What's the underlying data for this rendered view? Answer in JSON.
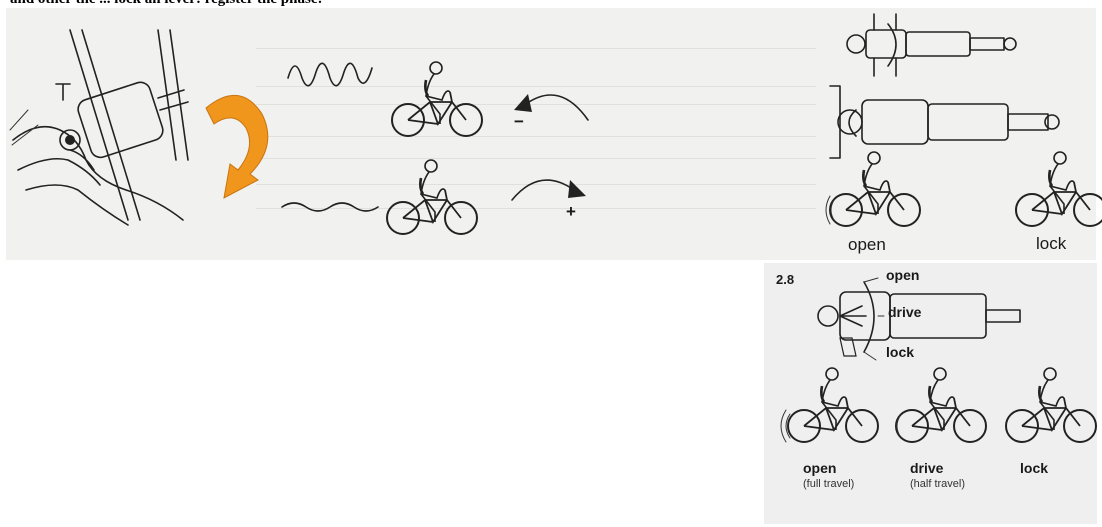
{
  "caption": "and other the ... lock an lever: register the phase:",
  "panel_top": {
    "label_minus": "−",
    "label_plus": "+",
    "label_open": "open",
    "label_lock": "lock"
  },
  "panel_bottom": {
    "figure_number": "2.8",
    "lever_open": "open",
    "lever_drive": "drive",
    "lever_lock": "lock",
    "modes": [
      {
        "name": "open",
        "note": "(full travel)"
      },
      {
        "name": "drive",
        "note": "(half travel)"
      },
      {
        "name": "lock",
        "note": ""
      }
    ]
  },
  "colors": {
    "accent_arrow": "#f0961c",
    "panel_top_bg": "#f1f1ef",
    "panel_bottom_bg": "#efefef",
    "ink": "#222222"
  },
  "icons": [
    "hand-adjusting-shock-illustration",
    "rotate-arrow-icon",
    "rough-wave-icon",
    "smooth-wave-icon",
    "cyclist-icon",
    "rear-shock-illustration"
  ]
}
